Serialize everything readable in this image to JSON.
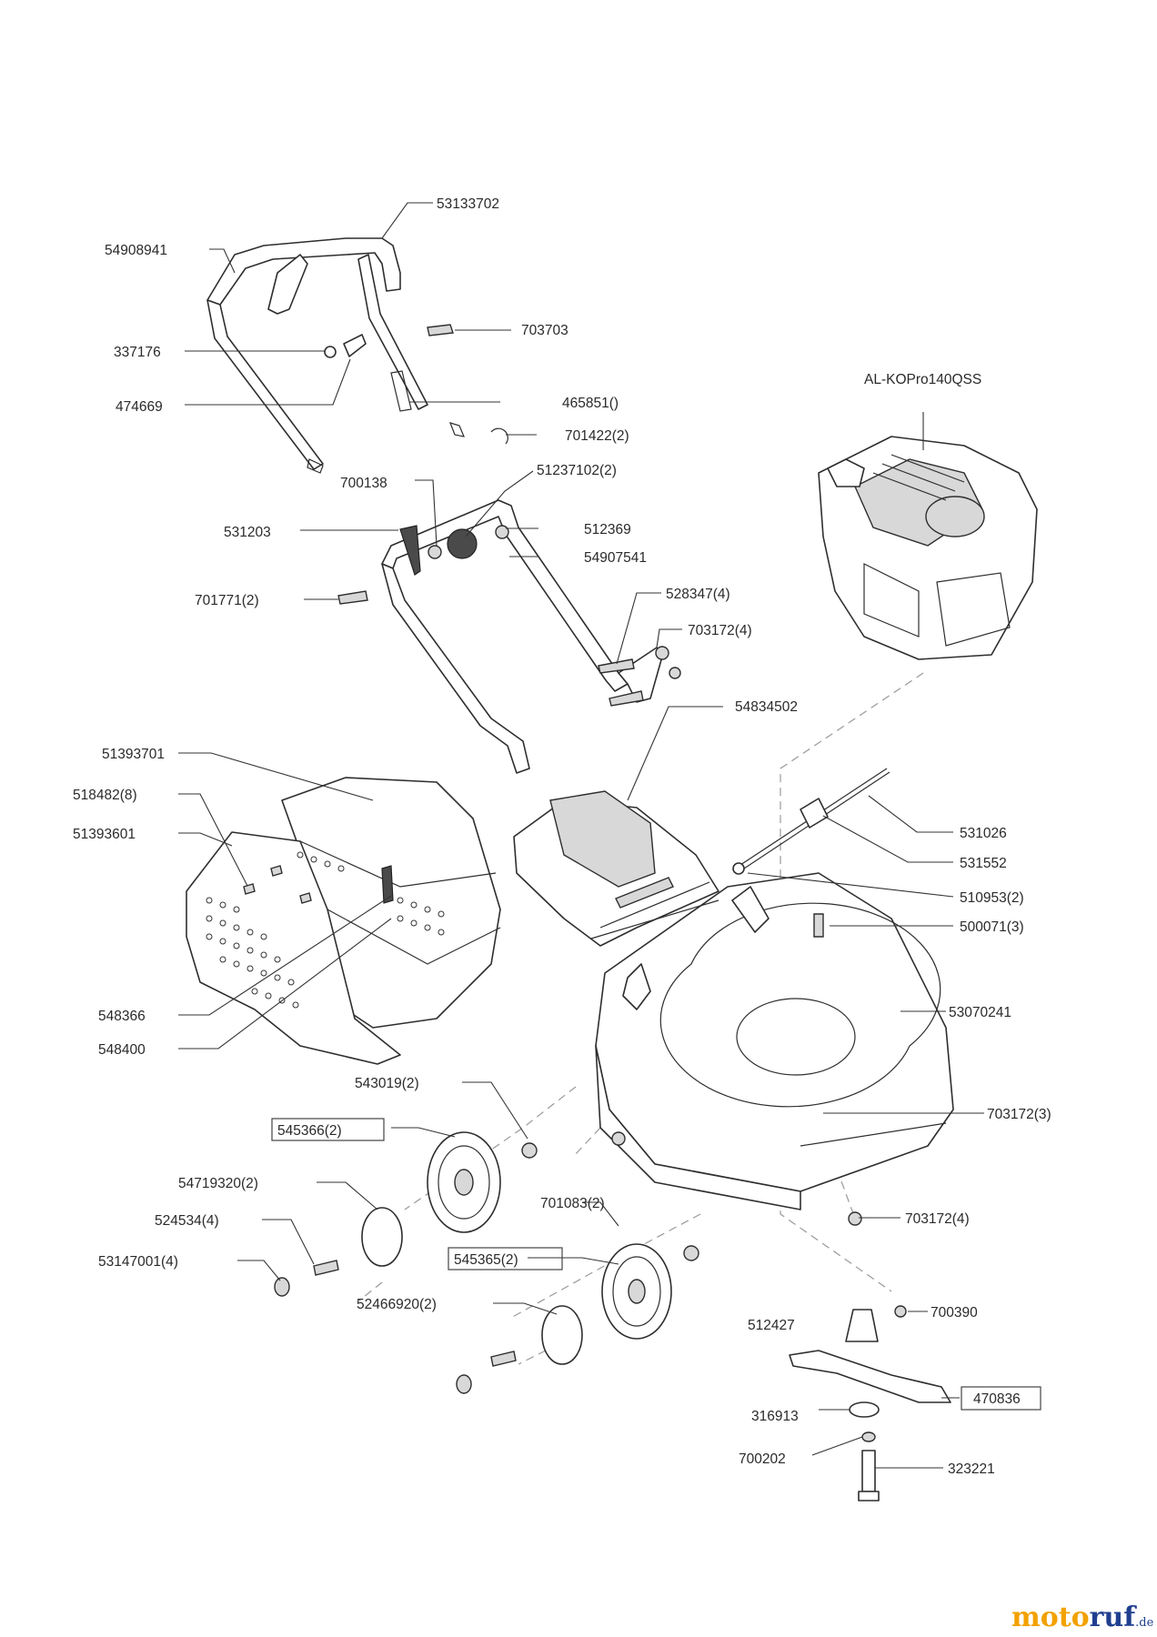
{
  "parts": {
    "p53133702": "53133702",
    "p54908941": "54908941",
    "p703703": "703703",
    "p337176": "337176",
    "p474669": "474669",
    "p465851": "465851()",
    "p701422": "701422(2)",
    "p700138": "700138",
    "p51237102": "51237102(2)",
    "p531203": "531203",
    "p512369": "512369",
    "p54907541": "54907541",
    "p701771": "701771(2)",
    "p528347": "528347(4)",
    "p703172_4a": "703172(4)",
    "pALKO": "AL-KOPro140QSS",
    "p54834502": "54834502",
    "p51393701": "51393701",
    "p518482": "518482(8)",
    "p51393601": "51393601",
    "p531026": "531026",
    "p531552": "531552",
    "p510953": "510953(2)",
    "p500071": "500071(3)",
    "p548366": "548366",
    "p548400": "548400",
    "p53070241": "53070241",
    "p543019": "543019(2)",
    "p703172_3": "703172(3)",
    "p545366": "545366(2)",
    "p54719320": "54719320(2)",
    "p524534": "524534(4)",
    "p701083": "701083(2)",
    "p703172_4b": "703172(4)",
    "p53147001": "53147001(4)",
    "p545365": "545365(2)",
    "p52466920": "52466920(2)",
    "p512427": "512427",
    "p700390": "700390",
    "p470836": "470836",
    "p316913": "316913",
    "p700202": "700202",
    "p323221": "323221"
  },
  "watermark": {
    "part1": "moto",
    "part2": "ruf",
    "part3": ".de"
  }
}
